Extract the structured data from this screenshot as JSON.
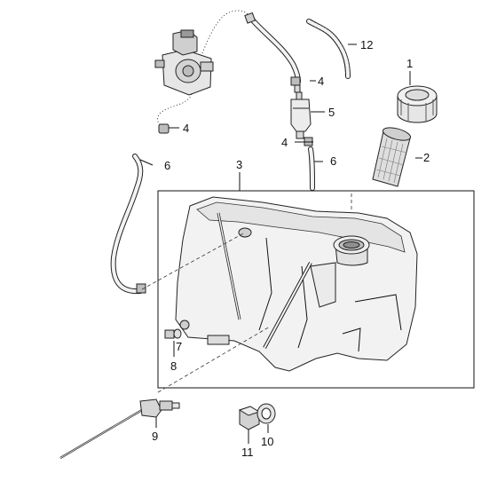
{
  "callouts": [
    {
      "id": "c1",
      "label": "1"
    },
    {
      "id": "c2",
      "label": "2"
    },
    {
      "id": "c3",
      "label": "3"
    },
    {
      "id": "c4a",
      "label": "4"
    },
    {
      "id": "c4b",
      "label": "4"
    },
    {
      "id": "c4c",
      "label": "4"
    },
    {
      "id": "c5",
      "label": "5"
    },
    {
      "id": "c6a",
      "label": "6"
    },
    {
      "id": "c6b",
      "label": "6"
    },
    {
      "id": "c7",
      "label": "7"
    },
    {
      "id": "c8",
      "label": "8"
    },
    {
      "id": "c9",
      "label": "9"
    },
    {
      "id": "c10",
      "label": "10"
    },
    {
      "id": "c11",
      "label": "11"
    },
    {
      "id": "c12",
      "label": "12"
    }
  ]
}
